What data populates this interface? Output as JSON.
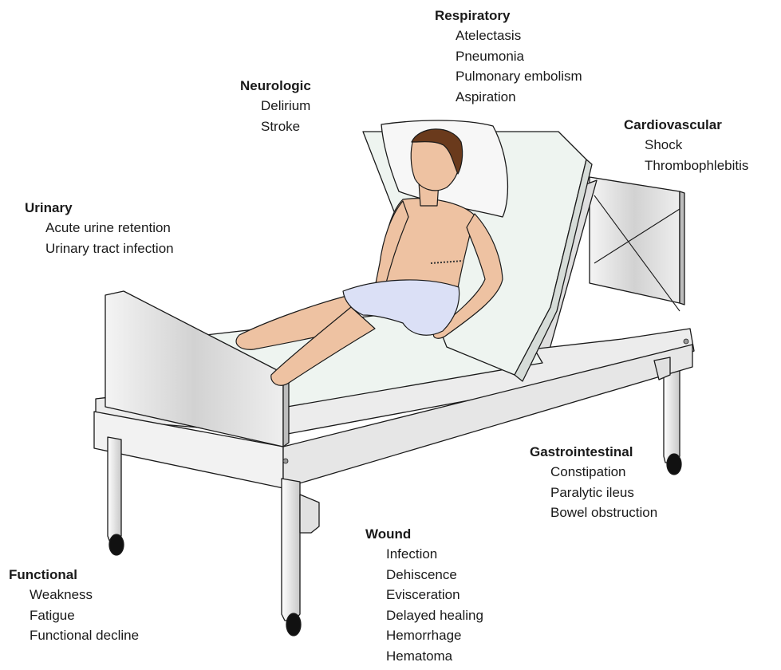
{
  "groups": {
    "respiratory": {
      "title": "Respiratory",
      "items": [
        "Atelectasis",
        "Pneumonia",
        "Pulmonary embolism",
        "Aspiration"
      ]
    },
    "neurologic": {
      "title": "Neurologic",
      "items": [
        "Delirium",
        "Stroke"
      ]
    },
    "cardiovascular": {
      "title": "Cardiovascular",
      "items": [
        "Shock",
        "Thrombophlebitis"
      ]
    },
    "urinary": {
      "title": "Urinary",
      "items": [
        "Acute urine retention",
        "Urinary tract infection"
      ]
    },
    "gastrointestinal": {
      "title": "Gastrointestinal",
      "items": [
        "Constipation",
        "Paralytic ileus",
        "Bowel obstruction"
      ]
    },
    "wound": {
      "title": "Wound",
      "items": [
        "Infection",
        "Dehiscence",
        "Evisceration",
        "Delayed healing",
        "Hemorrhage",
        "Hematoma"
      ]
    },
    "functional": {
      "title": "Functional",
      "items": [
        "Weakness",
        "Fatigue",
        "Functional decline"
      ]
    }
  },
  "colors": {
    "bed_frame": "#e9e9e9",
    "bed_panel": "#d9d9d9",
    "mattress": "#eef4f0",
    "pillow": "#f7f7f7",
    "skin": "#eec2a2",
    "hair": "#6a3a1c",
    "shorts": "#dbe0f6",
    "wheel": "#111111",
    "outline": "#1a1a1a",
    "text": "#1a1a1a"
  }
}
